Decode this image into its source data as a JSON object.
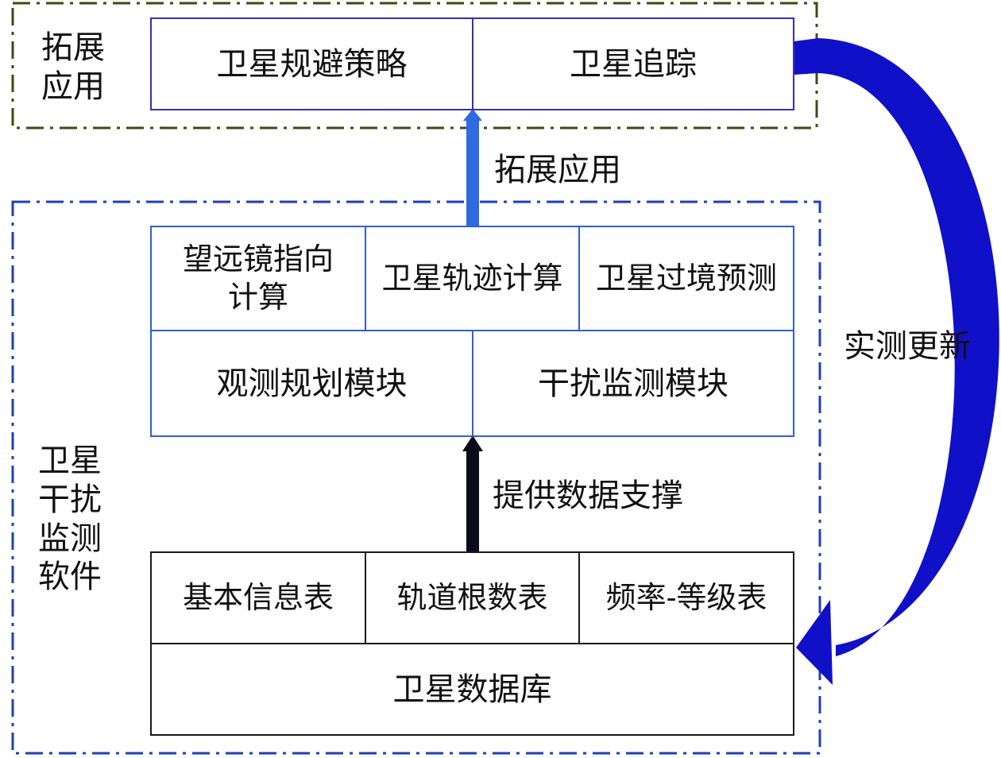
{
  "top_group": {
    "label": "拓展\n应用",
    "boxes": [
      "卫星规避策略",
      "卫星追踪"
    ]
  },
  "arrow_up_top": {
    "label": "拓展应用"
  },
  "software_group": {
    "label": "卫星\n干扰\n监测\n软件",
    "row1": [
      "望远镜指向\n计算",
      "卫星轨迹计算",
      "卫星过境预测"
    ],
    "row2": [
      "观测规划模块",
      "干扰监测模块"
    ],
    "arrow_up_label": "提供数据支撑",
    "tables": [
      "基本信息表",
      "轨道根数表",
      "频率-等级表"
    ],
    "database": "卫星数据库"
  },
  "feedback_arrow": {
    "label": "实测更新"
  },
  "colors": {
    "top_group_border": "#3d4a14",
    "software_group_border": "#1f3fb5",
    "top_boxes_border": "#3b2bb8",
    "module_border": "#2f5fd6",
    "table_border": "#1a1a1a",
    "arrow_blue": "#2f6be0",
    "arrow_black": "#0b0b1a",
    "feedback_arrow": "#1010c8"
  }
}
